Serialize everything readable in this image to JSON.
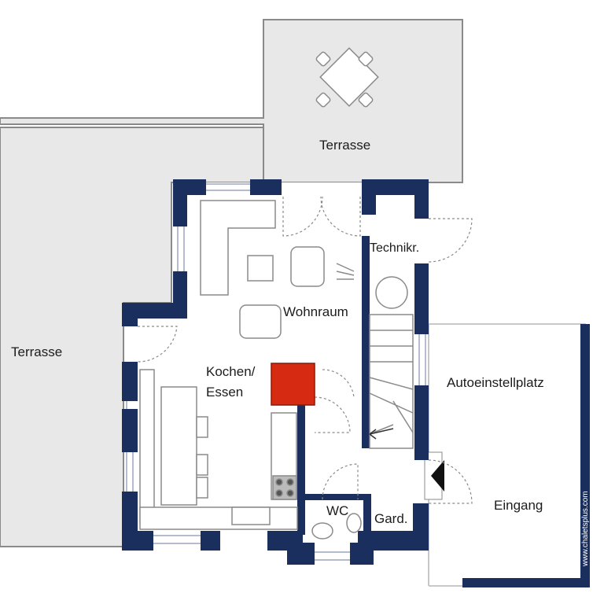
{
  "rooms": {
    "terrace_top": "Terrasse",
    "terrace_left": "Terrasse",
    "living": "Wohnraum",
    "kitchen_line1": "Kochen/",
    "kitchen_line2": "Essen",
    "technical": "Technikr.",
    "carport": "Autoeinstellplatz",
    "entrance": "Eingang",
    "wc": "WC",
    "wardrobe": "Gard."
  },
  "watermark": "www.chaletsplus.com",
  "colors": {
    "wall": "#1a2f5e",
    "terrace_fill": "#e8e8e8",
    "furniture_stroke": "#888888",
    "stove": "#d62a12"
  }
}
